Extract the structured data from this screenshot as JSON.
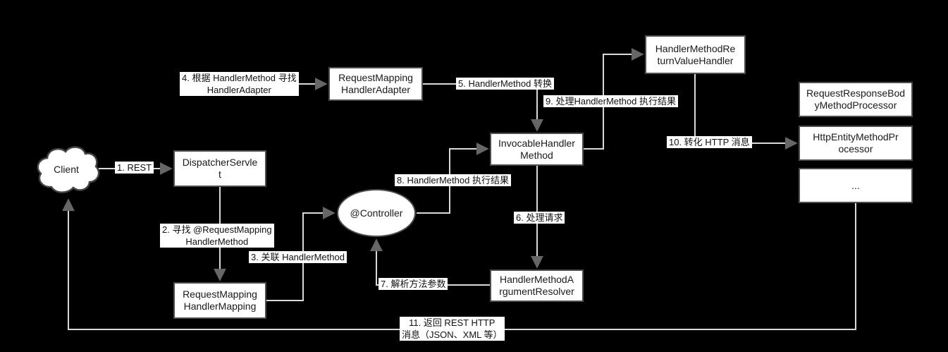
{
  "colors": {
    "background": "#000000",
    "node_fill": "#ffffff",
    "node_border": "#4d4d4d",
    "node_text": "#1a1a1a",
    "connector_line": "#d9d9d9",
    "arrowhead": "#666666",
    "label_background": "#ffffff",
    "label_text": "#111111"
  },
  "nodes": {
    "client": {
      "label": "Client",
      "shape": "cloud"
    },
    "dispatcher_servlet": {
      "label": "DispatcherServlet",
      "shape": "rect"
    },
    "request_mapping_handler_adapter": {
      "label": "RequestMappingHandlerAdapter",
      "shape": "rect"
    },
    "invocable_handler_method": {
      "label": "InvocableHandlerMethod",
      "shape": "rect"
    },
    "handler_method_return_value_handler": {
      "label": "HandlerMethodReturnValueHandler",
      "shape": "rect"
    },
    "controller": {
      "label": "@Controller",
      "shape": "ellipse"
    },
    "request_mapping_handler_mapping": {
      "label": "RequestMappingHandlerMapping",
      "shape": "rect"
    },
    "handler_method_argument_resolver": {
      "label": "HandlerMethodArgumentResolver",
      "shape": "rect"
    },
    "request_response_body_method_processor": {
      "label": "RequestResponseBodyMethodProcessor",
      "shape": "rect"
    },
    "http_entity_method_processor": {
      "label": "HttpEntityMethodProcessor",
      "shape": "rect"
    },
    "more_processors": {
      "label": "...",
      "shape": "rect"
    }
  },
  "edge_labels": {
    "step1": "1. REST",
    "step2": "2. 寻找 @RequestMapping\nHandlerMethod",
    "step3": "3. 关联 HandlerMethod",
    "step4": "4. 根据 HandlerMethod 寻找\nHandlerAdapter",
    "step5": "5. HandlerMethod 转换",
    "step6": "6. 处理请求",
    "step7": "7. 解析方法参数",
    "step8": "8. HandlerMethod 执行结果",
    "step9": "9. 处理HandlerMethod 执行结果",
    "step10": "10. 转化 HTTP 消息",
    "step11": "11. 返回 REST HTTP\n消息（JSON、XML 等）"
  }
}
